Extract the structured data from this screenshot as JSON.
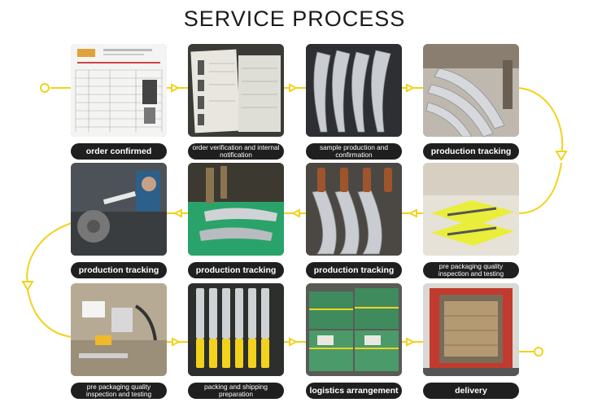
{
  "title": "SERVICE PROCESS",
  "steps": [
    {
      "label": "order confirmed"
    },
    {
      "label": "order verification and internal notification"
    },
    {
      "label": "sample production and confirmation"
    },
    {
      "label": "production tracking"
    },
    {
      "label": "pre packaging quality inspection and testing"
    },
    {
      "label": "production tracking"
    },
    {
      "label": "production tracking"
    },
    {
      "label": "production tracking"
    },
    {
      "label": "pre packaging quality inspection and testing"
    },
    {
      "label": "packing and shipping preparation"
    },
    {
      "label": "logistics arrangement"
    },
    {
      "label": "delivery"
    }
  ],
  "colors": {
    "flow_line": "#f2d21c",
    "label_bg": "#1f1f1f"
  }
}
